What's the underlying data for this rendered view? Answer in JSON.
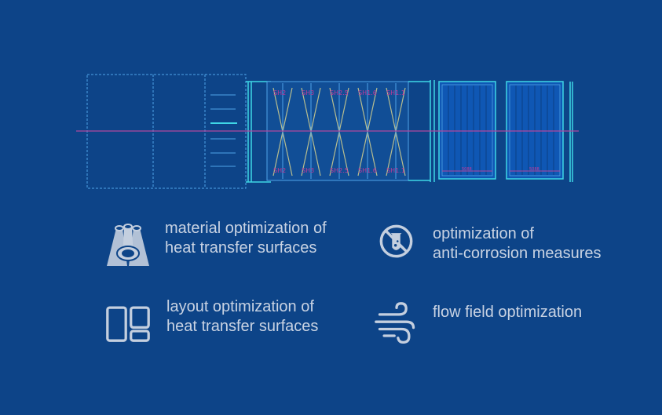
{
  "diagram": {
    "section_labels": [
      "SH2",
      "SH3",
      "SH2.5",
      "SH1.6",
      "SH1.1"
    ],
    "bank_label": "5088"
  },
  "features": [
    {
      "id": "material",
      "icon": "tubes-icon",
      "text": "material optimization of\nheat transfer surfaces"
    },
    {
      "id": "corrosion",
      "icon": "no-corrosion-icon",
      "text": "optimization of\nanti-corrosion measures"
    },
    {
      "id": "layout",
      "icon": "layout-grid-icon",
      "text": "layout optimization of\nheat transfer surfaces"
    },
    {
      "id": "flow",
      "icon": "wind-icon",
      "text": "flow field optimization"
    }
  ],
  "colors": {
    "background": "#0d4488",
    "line": "#4fa3e8",
    "cyan": "#3fd6e6",
    "center_line": "#b0479e",
    "x_brace": "#b7bd8f",
    "text": "#c9d3e3",
    "icon": "#c4cfdf"
  }
}
